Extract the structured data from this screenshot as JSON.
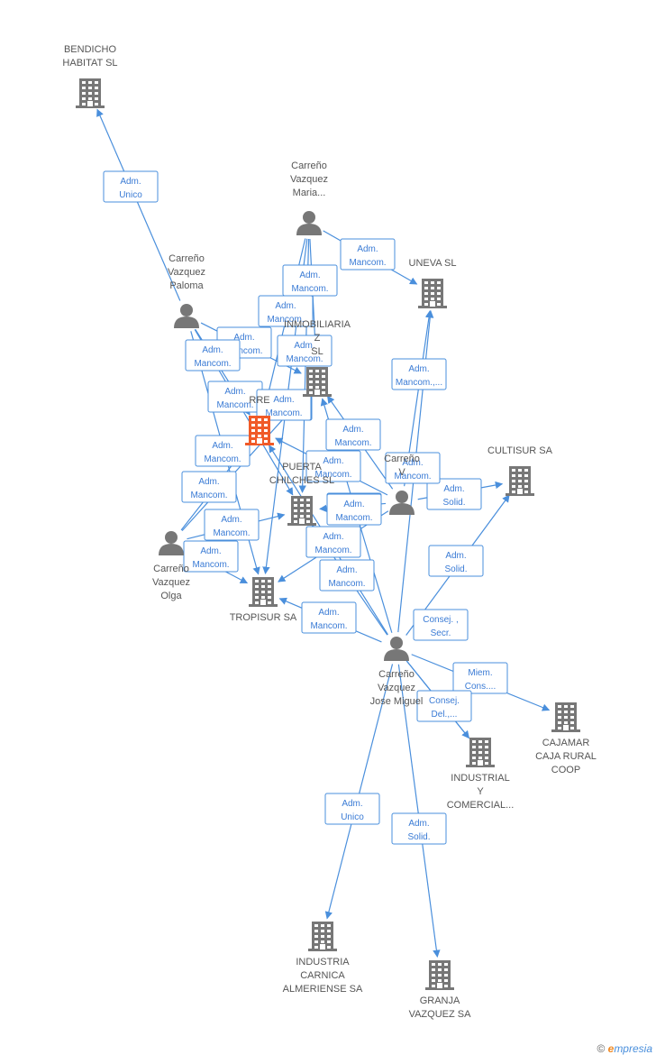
{
  "brand": {
    "copyright": "©",
    "e": "e",
    "rest": "mpresia"
  },
  "colors": {
    "edge": "#4a8fdc",
    "edgeText": "#3a7bd5",
    "node": "#777777",
    "focus": "#f05a28"
  },
  "nodes": [
    {
      "id": "bendicho",
      "kind": "company",
      "icon": "building-icon",
      "label": [
        "BENDICHO",
        "HABITAT SL"
      ]
    },
    {
      "id": "maria",
      "kind": "person",
      "icon": "person-icon",
      "label": [
        "Carreño",
        "Vazquez",
        "Maria..."
      ]
    },
    {
      "id": "paloma",
      "kind": "person",
      "icon": "person-icon",
      "label": [
        "Carreño",
        "Vazquez",
        "Paloma"
      ]
    },
    {
      "id": "uneva",
      "kind": "company",
      "icon": "building-icon",
      "label": [
        "UNEVA SL"
      ]
    },
    {
      "id": "inmobiliaria",
      "kind": "company",
      "icon": "building-icon",
      "label": [
        "INMOBILIARIA",
        "Z",
        "SL"
      ]
    },
    {
      "id": "torre",
      "kind": "company-focus",
      "icon": "building-icon",
      "label": [
        "RRE"
      ]
    },
    {
      "id": "cultisur",
      "kind": "company",
      "icon": "building-icon",
      "label": [
        "CULTISUR SA"
      ]
    },
    {
      "id": "pv",
      "kind": "person",
      "icon": "person-icon",
      "label": [
        "Carreño",
        "V"
      ]
    },
    {
      "id": "puerta",
      "kind": "company",
      "icon": "building-icon",
      "label": [
        "PUERTA",
        "CHILCHES SL"
      ]
    },
    {
      "id": "olga",
      "kind": "person",
      "icon": "person-icon",
      "label": [
        "Carreño",
        "Vazquez",
        "Olga"
      ]
    },
    {
      "id": "tropisur",
      "kind": "company",
      "icon": "building-icon",
      "label": [
        "TROPISUR SA"
      ]
    },
    {
      "id": "jose",
      "kind": "person",
      "icon": "person-icon",
      "label": [
        "Carreño",
        "Vazquez",
        "Jose Miguel"
      ]
    },
    {
      "id": "cajamar",
      "kind": "company",
      "icon": "building-icon",
      "label": [
        "CAJAMAR",
        "CAJA RURAL",
        "COOP"
      ]
    },
    {
      "id": "industrial",
      "kind": "company",
      "icon": "building-icon",
      "label": [
        "INDUSTRIAL",
        "Y",
        "COMERCIAL..."
      ]
    },
    {
      "id": "carnica",
      "kind": "company",
      "icon": "building-icon",
      "label": [
        "INDUSTRIA",
        "CARNICA",
        "ALMERIENSE SA"
      ]
    },
    {
      "id": "granja",
      "kind": "company",
      "icon": "building-icon",
      "label": [
        "GRANJA",
        "VAZQUEZ SA"
      ]
    }
  ],
  "edges": [
    {
      "from": "paloma",
      "to": "bendicho",
      "label": [
        "Adm.",
        "Unico"
      ]
    },
    {
      "from": "maria",
      "to": "uneva",
      "label": [
        "Adm.",
        "Mancom."
      ]
    },
    {
      "from": "maria",
      "to": "inmobiliaria",
      "label": [
        "Adm.",
        "Mancom."
      ]
    },
    {
      "from": "maria",
      "to": "torre",
      "label": [
        "Adm.",
        "Mancom."
      ]
    },
    {
      "from": "maria",
      "to": "puerta",
      "label": [
        "Adm.",
        "Mancom."
      ]
    },
    {
      "from": "maria",
      "to": "tropisur",
      "label": [
        "Adm.",
        "Mancom."
      ]
    },
    {
      "from": "paloma",
      "to": "inmobiliaria",
      "label": [
        "Adm.",
        "Mancom."
      ]
    },
    {
      "from": "paloma",
      "to": "torre",
      "label": [
        "Adm.",
        "Mancom."
      ]
    },
    {
      "from": "paloma",
      "to": "puerta",
      "label": [
        "Adm.",
        "Mancom."
      ]
    },
    {
      "from": "paloma",
      "to": "tropisur",
      "label": [
        "Adm.",
        "Mancom."
      ]
    },
    {
      "from": "pv",
      "to": "uneva",
      "label": [
        "Adm.",
        "Mancom.,..."
      ]
    },
    {
      "from": "pv",
      "to": "inmobiliaria",
      "label": [
        "Adm.",
        "Mancom."
      ]
    },
    {
      "from": "pv",
      "to": "torre",
      "label": [
        "Adm.",
        "Mancom."
      ]
    },
    {
      "from": "pv",
      "to": "puerta",
      "label": [
        "Adm.",
        "Mancom."
      ]
    },
    {
      "from": "pv",
      "to": "cultisur",
      "label": [
        "Adm.",
        "Solid."
      ]
    },
    {
      "from": "pv",
      "to": "tropisur",
      "label": [
        "Adm.",
        "Mancom."
      ]
    },
    {
      "from": "olga",
      "to": "inmobiliaria",
      "label": [
        "Adm.",
        "Mancom."
      ]
    },
    {
      "from": "olga",
      "to": "torre",
      "label": [
        "Adm.",
        "Mancom."
      ]
    },
    {
      "from": "olga",
      "to": "puerta",
      "label": [
        "Adm.",
        "Mancom."
      ]
    },
    {
      "from": "olga",
      "to": "tropisur",
      "label": [
        "Adm.",
        "Mancom."
      ]
    },
    {
      "from": "jose",
      "to": "cultisur",
      "label": [
        "Adm.",
        "Solid."
      ]
    },
    {
      "from": "jose",
      "to": "uneva",
      "label": [
        "Adm.",
        "Mancom."
      ]
    },
    {
      "from": "jose",
      "to": "inmobiliaria",
      "label": [
        "Adm.",
        "Mancom."
      ]
    },
    {
      "from": "jose",
      "to": "torre",
      "label": [
        "Adm.",
        "Mancom."
      ]
    },
    {
      "from": "jose",
      "to": "puerta",
      "label": [
        "Adm.",
        "Mancom."
      ]
    },
    {
      "from": "jose",
      "to": "tropisur",
      "label": [
        "Adm.",
        "Mancom."
      ]
    },
    {
      "from": "jose",
      "to": "industrial",
      "label": [
        "Consej. ,",
        "Secr."
      ]
    },
    {
      "from": "jose",
      "to": "cajamar",
      "label": [
        "Miem.",
        "Cons...."
      ]
    },
    {
      "from": "jose",
      "to": "industrial",
      "label": [
        "Consej.",
        "Del.,..."
      ]
    },
    {
      "from": "jose",
      "to": "carnica",
      "label": [
        "Adm.",
        "Unico"
      ]
    },
    {
      "from": "jose",
      "to": "granja",
      "label": [
        "Adm.",
        "Solid."
      ]
    }
  ]
}
